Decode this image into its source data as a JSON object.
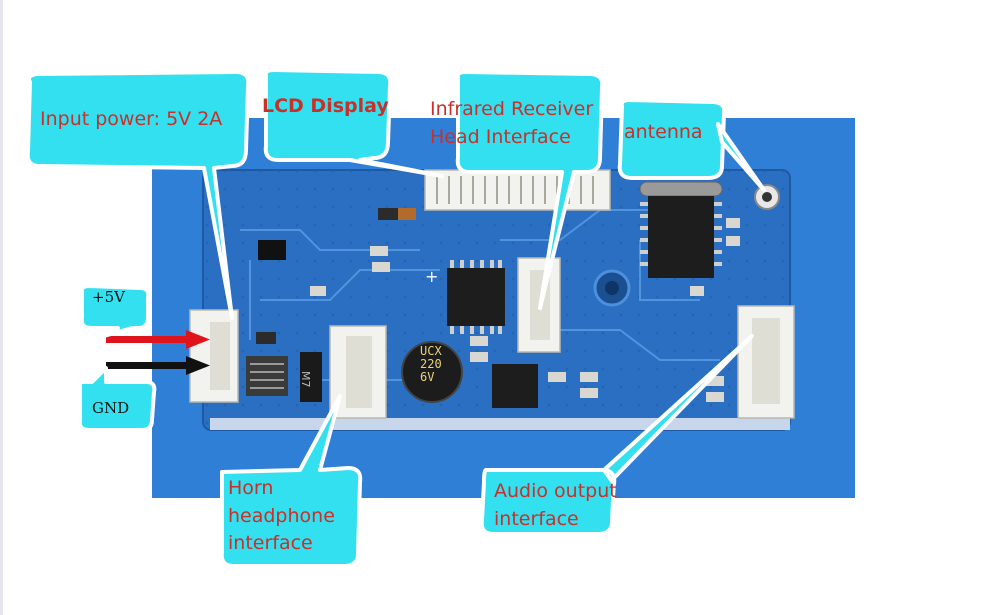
{
  "labels": {
    "input_power": "Input power: 5V 2A",
    "lcd_display": "LCD Display",
    "infrared": "Infrared Receiver\nHead Interface",
    "antenna": "antenna",
    "plus5v": "+5V",
    "gnd": "GND",
    "horn": "Horn\nheadphone\ninterface",
    "audio_output": "Audio output\ninterface"
  },
  "board_markings": {
    "capacitor": "UCX\n220\n6V",
    "diode": "M7",
    "plus_sign": "+"
  },
  "colors": {
    "board_background": "#2f7fd6",
    "pcb": "#2a6fc2",
    "callout_fill": "#33e0ef",
    "label_text": "#c8302a",
    "connector": "#f2f2ee",
    "wire_red": "#e0141c",
    "wire_black": "#111111"
  }
}
